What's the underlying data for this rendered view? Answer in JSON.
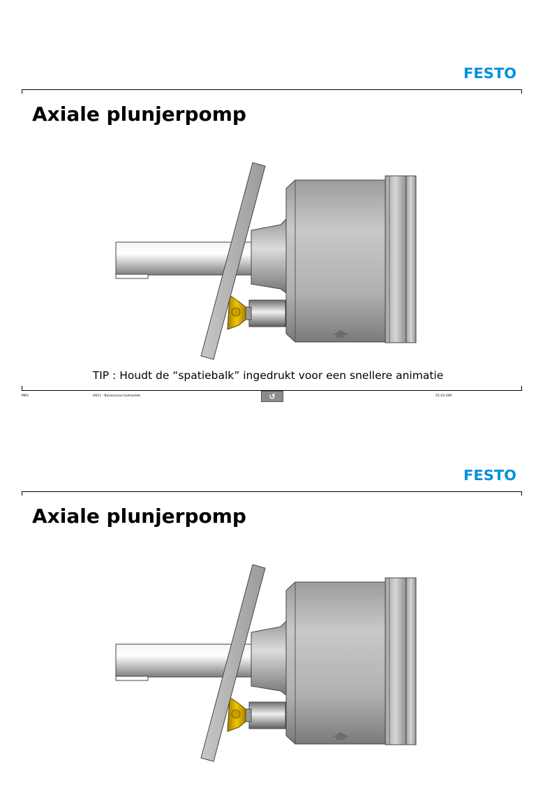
{
  "slides": [
    {
      "logo": "FESTO",
      "title": "Axiale plunjerpomp",
      "tip": "TIP : Houdt de “spatiebalk” ingedrukt voor een snellere animatie",
      "footer": {
        "left": "MR3",
        "course": "H611 : Basiscursus hydrauliek",
        "date": "25-03-200"
      },
      "nav_icon": "return-arrow-icon"
    },
    {
      "logo": "FESTO",
      "title": "Axiale plunjerpomp"
    }
  ],
  "colors": {
    "logo_blue": "#0091dc",
    "piston_gold": "#e6b800",
    "metal_gray": "#b5b5b5"
  }
}
